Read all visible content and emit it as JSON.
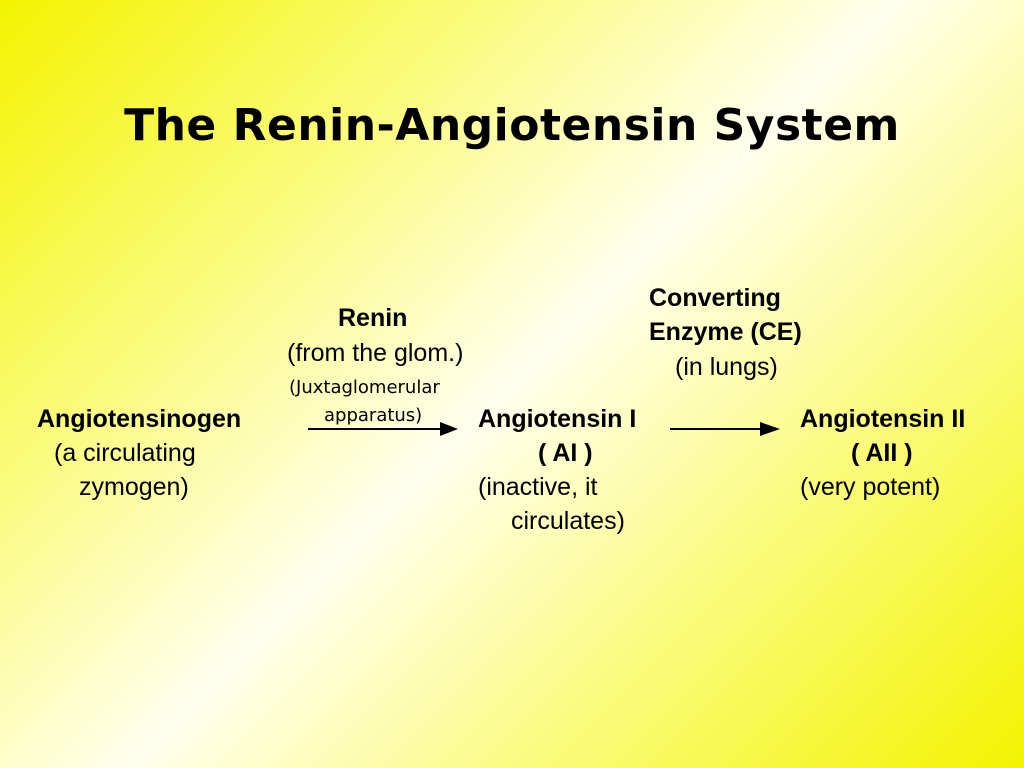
{
  "slide": {
    "title": "The Renin-Angiotensin System"
  },
  "diagram": {
    "renin": {
      "name": "Renin",
      "source": "(from the glom.)",
      "note_line1": "(Juxtaglomerular",
      "note_line2": "apparatus)"
    },
    "converting_enzyme": {
      "name_line1": "Converting",
      "name_line2": "Enzyme (CE)",
      "location": "(in lungs)"
    },
    "angiotensinogen": {
      "name": "Angiotensinogen",
      "desc_line1": "(a circulating",
      "desc_line2": "zymogen)"
    },
    "angiotensin_1": {
      "name": "Angiotensin I",
      "abbr": "( AI )",
      "desc_line1": "(inactive, it",
      "desc_line2": "circulates)"
    },
    "angiotensin_2": {
      "name": "Angiotensin II",
      "abbr": "( AII )",
      "desc_line1": "(very potent)"
    }
  }
}
